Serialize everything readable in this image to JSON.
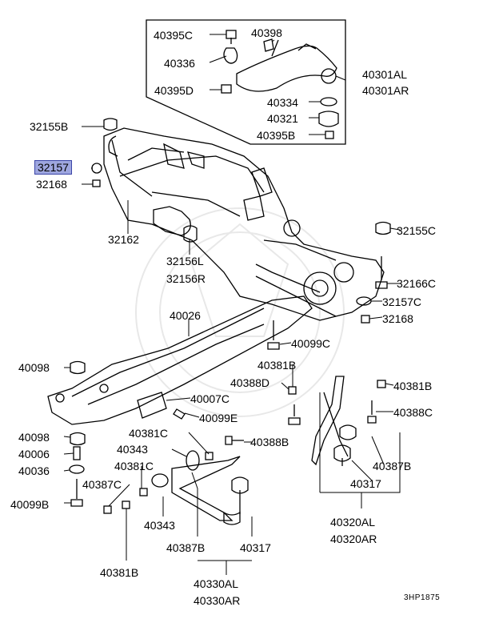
{
  "diagram": {
    "drawing_code": "3HP1875",
    "labels": [
      {
        "id": "p40395C_top",
        "text": "40395C",
        "selected": false
      },
      {
        "id": "p40398",
        "text": "40398",
        "selected": false
      },
      {
        "id": "p40336",
        "text": "40336",
        "selected": false
      },
      {
        "id": "p40301AL",
        "text": "40301AL",
        "selected": false
      },
      {
        "id": "p40301AR",
        "text": "40301AR",
        "selected": false
      },
      {
        "id": "p40395D",
        "text": "40395D",
        "selected": false
      },
      {
        "id": "p40334",
        "text": "40334",
        "selected": false
      },
      {
        "id": "p40321",
        "text": "40321",
        "selected": false
      },
      {
        "id": "p40395B",
        "text": "40395B",
        "selected": false
      },
      {
        "id": "p32155B",
        "text": "32155B",
        "selected": false
      },
      {
        "id": "p32157",
        "text": "32157",
        "selected": true
      },
      {
        "id": "p32168_l",
        "text": "32168",
        "selected": false
      },
      {
        "id": "p32162",
        "text": "32162",
        "selected": false
      },
      {
        "id": "p32155C",
        "text": "32155C",
        "selected": false
      },
      {
        "id": "p32156L",
        "text": "32156L",
        "selected": false
      },
      {
        "id": "p32156R",
        "text": "32156R",
        "selected": false
      },
      {
        "id": "p32166C",
        "text": "32166C",
        "selected": false
      },
      {
        "id": "p32157C",
        "text": "32157C",
        "selected": false
      },
      {
        "id": "p32168_r",
        "text": "32168",
        "selected": false
      },
      {
        "id": "p40026",
        "text": "40026",
        "selected": false
      },
      {
        "id": "p40099C",
        "text": "40099C",
        "selected": false
      },
      {
        "id": "p40098_a",
        "text": "40098",
        "selected": false
      },
      {
        "id": "p40381B_c",
        "text": "40381B",
        "selected": false
      },
      {
        "id": "p40388D",
        "text": "40388D",
        "selected": false
      },
      {
        "id": "p40381B_r",
        "text": "40381B",
        "selected": false
      },
      {
        "id": "p40007C",
        "text": "40007C",
        "selected": false
      },
      {
        "id": "p40099E",
        "text": "40099E",
        "selected": false
      },
      {
        "id": "p40388C_r",
        "text": "40388C",
        "selected": false
      },
      {
        "id": "p40098_b",
        "text": "40098",
        "selected": false
      },
      {
        "id": "p40381C_a",
        "text": "40381C",
        "selected": false
      },
      {
        "id": "p40388B",
        "text": "40388B",
        "selected": false
      },
      {
        "id": "p40006",
        "text": "40006",
        "selected": false
      },
      {
        "id": "p40343_a",
        "text": "40343",
        "selected": false
      },
      {
        "id": "p40036",
        "text": "40036",
        "selected": false
      },
      {
        "id": "p40381C_b",
        "text": "40381C",
        "selected": false
      },
      {
        "id": "p40387B_r",
        "text": "40387B",
        "selected": false
      },
      {
        "id": "p40387C",
        "text": "40387C",
        "selected": false
      },
      {
        "id": "p40317_r",
        "text": "40317",
        "selected": false
      },
      {
        "id": "p40099B",
        "text": "40099B",
        "selected": false
      },
      {
        "id": "p40343_b",
        "text": "40343",
        "selected": false
      },
      {
        "id": "p40320AL",
        "text": "40320AL",
        "selected": false
      },
      {
        "id": "p40320AR",
        "text": "40320AR",
        "selected": false
      },
      {
        "id": "p40387B_l",
        "text": "40387B",
        "selected": false
      },
      {
        "id": "p40317_l",
        "text": "40317",
        "selected": false
      },
      {
        "id": "p40381B_b",
        "text": "40381B",
        "selected": false
      },
      {
        "id": "p40330AL",
        "text": "40330AL",
        "selected": false
      },
      {
        "id": "p40330AR",
        "text": "40330AR",
        "selected": false
      }
    ]
  }
}
